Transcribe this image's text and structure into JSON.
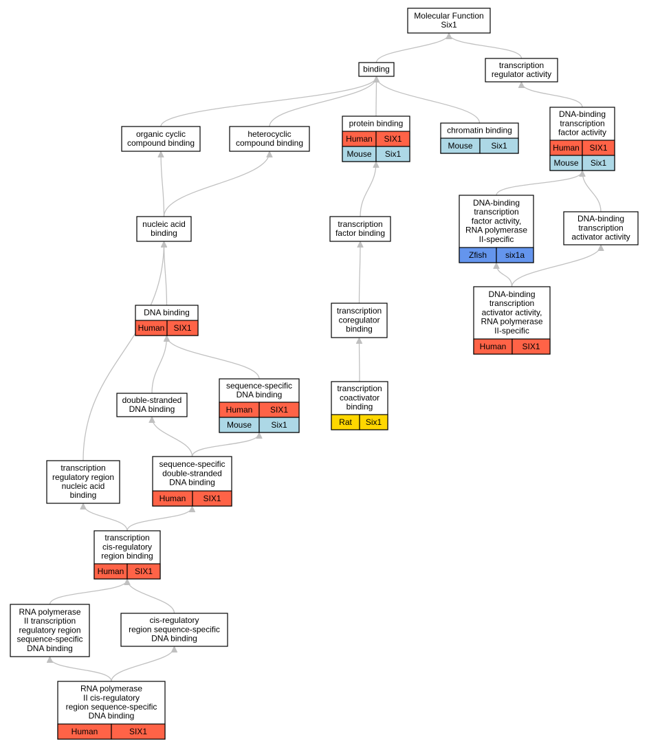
{
  "colors": {
    "Human": "#ff6347",
    "Mouse": "#add8e6",
    "Rat": "#ffd700",
    "Zfish": "#6495ed",
    "edge": "#c0c0c0"
  },
  "nodes": {
    "mf": {
      "label": [
        "Molecular Function",
        "Six1"
      ],
      "rows": []
    },
    "binding": {
      "label": [
        "binding"
      ],
      "rows": []
    },
    "tra": {
      "label": [
        "transcription",
        "regulator activity"
      ],
      "rows": []
    },
    "ocb": {
      "label": [
        "organic cyclic",
        "compound binding"
      ],
      "rows": []
    },
    "hcb": {
      "label": [
        "heterocyclic",
        "compound binding"
      ],
      "rows": []
    },
    "pb": {
      "label": [
        "protein binding"
      ],
      "rows": [
        [
          "Human",
          "SIX1"
        ],
        [
          "Mouse",
          "Six1"
        ]
      ]
    },
    "cb": {
      "label": [
        "chromatin binding"
      ],
      "rows": [
        [
          "Mouse",
          "Six1"
        ]
      ]
    },
    "dbtfa": {
      "label": [
        "DNA-binding",
        "transcription",
        "factor activity"
      ],
      "rows": [
        [
          "Human",
          "SIX1"
        ],
        [
          "Mouse",
          "Six1"
        ]
      ]
    },
    "nab": {
      "label": [
        "nucleic acid",
        "binding"
      ],
      "rows": []
    },
    "tfb": {
      "label": [
        "transcription",
        "factor binding"
      ],
      "rows": []
    },
    "dbtfa2": {
      "label": [
        "DNA-binding",
        "transcription",
        "factor activity,",
        "RNA polymerase",
        "II-specific"
      ],
      "rows": [
        [
          "Zfish",
          "six1a"
        ]
      ]
    },
    "dbtaa": {
      "label": [
        "DNA-binding",
        "transcription",
        "activator activity"
      ],
      "rows": []
    },
    "dbtaa2": {
      "label": [
        "DNA-binding",
        "transcription",
        "activator activity,",
        "RNA polymerase",
        "II-specific"
      ],
      "rows": [
        [
          "Human",
          "SIX1"
        ]
      ]
    },
    "tcb": {
      "label": [
        "transcription",
        "coregulator",
        "binding"
      ],
      "rows": []
    },
    "dnab": {
      "label": [
        "DNA binding"
      ],
      "rows": [
        [
          "Human",
          "SIX1"
        ]
      ]
    },
    "ssdb": {
      "label": [
        "sequence-specific",
        "DNA binding"
      ],
      "rows": [
        [
          "Human",
          "SIX1"
        ],
        [
          "Mouse",
          "Six1"
        ]
      ]
    },
    "dsdb": {
      "label": [
        "double-stranded",
        "DNA binding"
      ],
      "rows": []
    },
    "tcab": {
      "label": [
        "transcription",
        "coactivator",
        "binding"
      ],
      "rows": [
        [
          "Rat",
          "Six1"
        ]
      ]
    },
    "ssdsdb": {
      "label": [
        "sequence-specific",
        "double-stranded",
        "DNA binding"
      ],
      "rows": [
        [
          "Human",
          "SIX1"
        ]
      ]
    },
    "trrnab": {
      "label": [
        "transcription",
        "regulatory region",
        "nucleic acid",
        "binding"
      ],
      "rows": []
    },
    "tcrrb": {
      "label": [
        "transcription",
        "cis-regulatory",
        "region binding"
      ],
      "rows": [
        [
          "Human",
          "SIX1"
        ]
      ]
    },
    "rptrr": {
      "label": [
        "RNA polymerase",
        "II transcription",
        "regulatory region",
        "sequence-specific",
        "DNA binding"
      ],
      "rows": []
    },
    "crrssdb": {
      "label": [
        "cis-regulatory",
        "region sequence-specific",
        "DNA binding"
      ],
      "rows": []
    },
    "rpcrr": {
      "label": [
        "RNA polymerase",
        "II cis-regulatory",
        "region sequence-specific",
        "DNA binding"
      ],
      "rows": [
        [
          "Human",
          "SIX1"
        ]
      ]
    }
  },
  "edges": [
    [
      "binding",
      "mf"
    ],
    [
      "tra",
      "mf"
    ],
    [
      "ocb",
      "binding"
    ],
    [
      "hcb",
      "binding"
    ],
    [
      "pb",
      "binding"
    ],
    [
      "cb",
      "binding"
    ],
    [
      "dbtfa",
      "tra"
    ],
    [
      "nab",
      "ocb"
    ],
    [
      "nab",
      "hcb"
    ],
    [
      "tfb",
      "pb"
    ],
    [
      "dbtfa2",
      "dbtfa"
    ],
    [
      "dbtaa",
      "dbtfa"
    ],
    [
      "dbtaa2",
      "dbtfa2"
    ],
    [
      "dbtaa2",
      "dbtaa"
    ],
    [
      "tcb",
      "tfb"
    ],
    [
      "tcab",
      "tcb"
    ],
    [
      "dnab",
      "nab"
    ],
    [
      "trrnab",
      "nab"
    ],
    [
      "dsdb",
      "dnab"
    ],
    [
      "ssdb",
      "dnab"
    ],
    [
      "ssdsdb",
      "dsdb"
    ],
    [
      "ssdsdb",
      "ssdb"
    ],
    [
      "tcrrb",
      "trrnab"
    ],
    [
      "tcrrb",
      "ssdsdb"
    ],
    [
      "rptrr",
      "tcrrb"
    ],
    [
      "crrssdb",
      "tcrrb"
    ],
    [
      "rpcrr",
      "rptrr"
    ],
    [
      "rpcrr",
      "crrssdb"
    ]
  ]
}
